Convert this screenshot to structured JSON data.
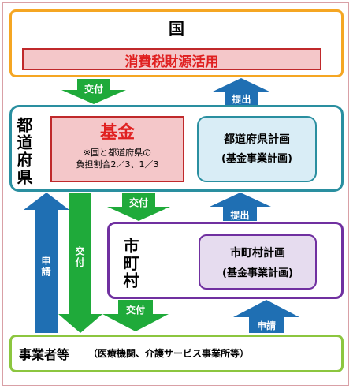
{
  "national": {
    "title": "国",
    "banner": "消費税財源活用"
  },
  "prefecture": {
    "label": "都道府県",
    "fund_title": "基金",
    "fund_note": "※国と都道府県の\n負担割合2／3、1／3",
    "plan_title": "都道府県計画",
    "plan_sub": "(基金事業計画)"
  },
  "municipality": {
    "label": "市町村",
    "plan_title": "市町村計画",
    "plan_sub": "(基金事業計画)"
  },
  "operators": {
    "title": "事業者等",
    "detail": "（医療機関、介護サービス事業所等）"
  },
  "arrows": {
    "grant_national_to_pref": "交付",
    "submit_pref_to_national": "提出",
    "grant_pref_to_muni": "交付",
    "submit_muni_to_pref": "提出",
    "grant_muni_to_operators": "交付",
    "apply_operators_to_muni": "申請",
    "apply_operators_to_pref": "申請",
    "grant_pref_to_operators": "交付"
  },
  "colors": {
    "orange": "#f5a623",
    "red_border": "#c0292b",
    "red_fill": "#f4c7c9",
    "teal": "#2a8fa0",
    "blue_fill": "#d9edf6",
    "purple": "#7030a0",
    "purple_fill": "#e6dcef",
    "green": "#8cc63f",
    "green_arrow": "#1faa3a",
    "blue_arrow": "#1f6fb3"
  }
}
